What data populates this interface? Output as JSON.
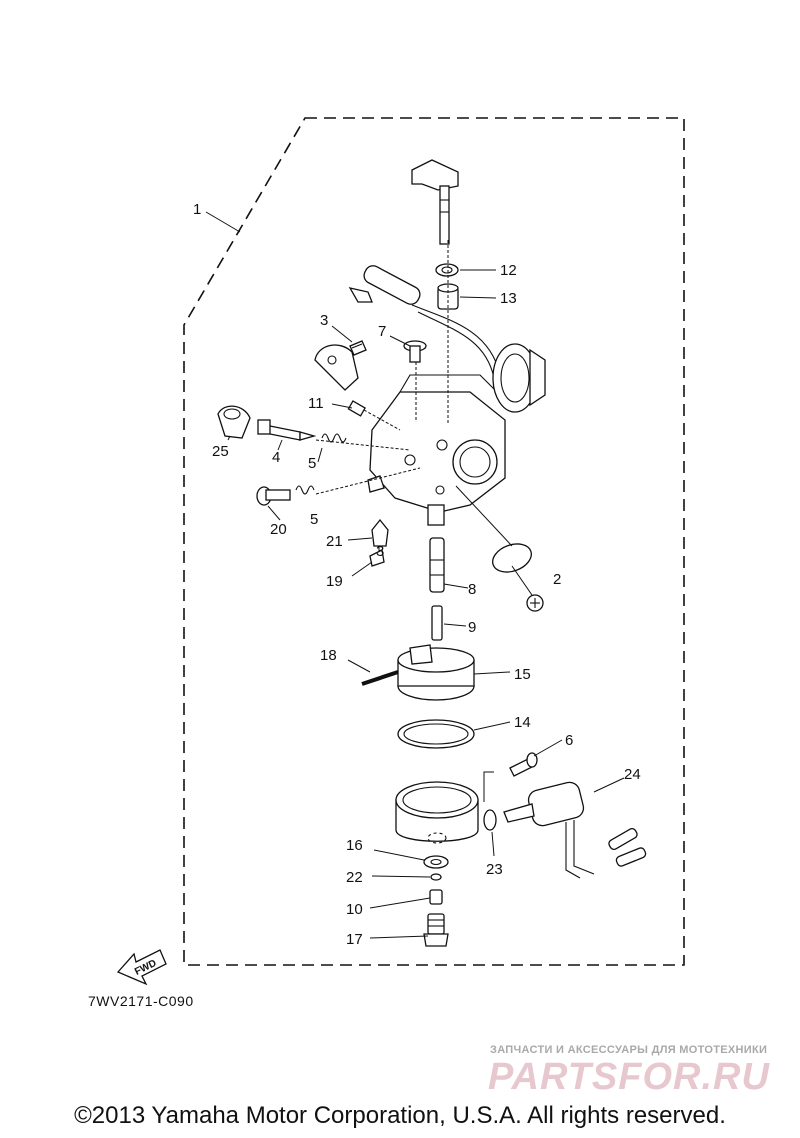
{
  "diagram": {
    "drawing_code": "7WV2171-C090",
    "fwd_label": "FWD",
    "callouts": {
      "c1": "1",
      "c2": "2",
      "c3a": "3",
      "c3b": "3",
      "c4": "4",
      "c5a": "5",
      "c5b": "5",
      "c6": "6",
      "c7": "7",
      "c8": "8",
      "c9": "9",
      "c10": "10",
      "c11": "11",
      "c12": "12",
      "c13": "13",
      "c14": "14",
      "c15": "15",
      "c16": "16",
      "c17": "17",
      "c18": "18",
      "c19": "19",
      "c20": "20",
      "c21": "21",
      "c22": "22",
      "c23": "23",
      "c24": "24",
      "c25": "25"
    }
  },
  "watermark": {
    "subtitle": "ЗАПЧАСТИ И АКСЕССУАРЫ ДЛЯ МОТОТЕХНИКИ",
    "logo": "PARTSFOR.RU"
  },
  "copyright": "©2013 Yamaha Motor Corporation, U.S.A. All rights reserved."
}
